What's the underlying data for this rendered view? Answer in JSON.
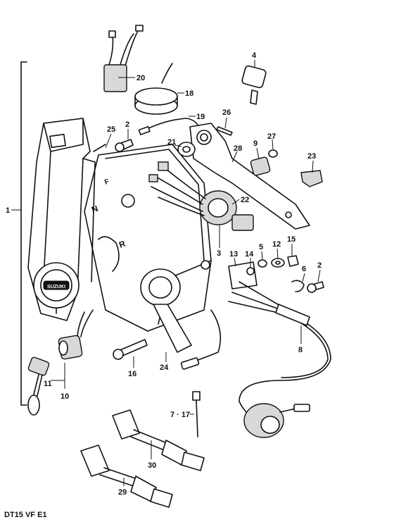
{
  "footer_code": "DT15 VF E1",
  "callouts": {
    "c1": "1",
    "c2a": "2",
    "c2b": "2",
    "c3": "3",
    "c4": "4",
    "c5": "5",
    "c6": "6",
    "c7_17": "7 · 17",
    "c8": "8",
    "c9": "9",
    "c10": "10",
    "c11": "11",
    "c12": "12",
    "c13": "13",
    "c14": "14",
    "c15": "15",
    "c16": "16",
    "c18": "18",
    "c19": "19",
    "c20": "20",
    "c21": "21",
    "c22": "22",
    "c23": "23",
    "c24": "24",
    "c25": "25",
    "c26": "26",
    "c27": "27",
    "c28": "28",
    "c29": "29",
    "c30": "30"
  },
  "body_marks": {
    "forward": "F",
    "neutral": "N",
    "reverse": "R"
  },
  "brand_badge": "SUZUKI"
}
